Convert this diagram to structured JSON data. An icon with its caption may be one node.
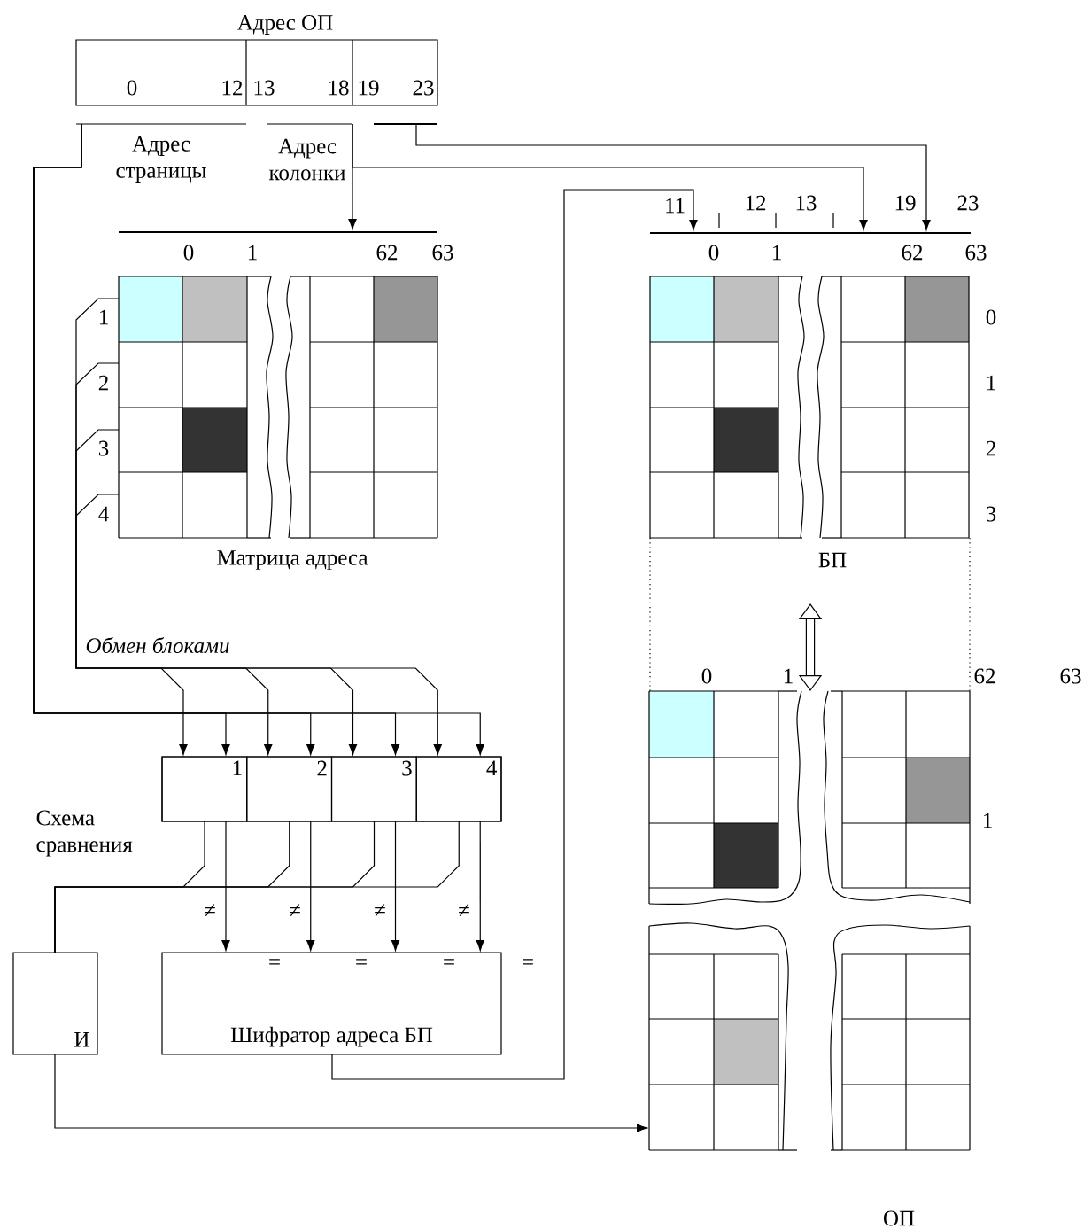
{
  "diagram": {
    "nodes": [
      {
        "text": [
          "Адрес ОП"
        ]
      },
      {
        "text": [
          "Адрес страницы"
        ]
      },
      {
        "text": [
          "Адрес колонки"
        ]
      },
      {
        "text": [],
        "shape": "bar"
      },
      {
        "text": [
          "Матрица адреса"
        ]
      },
      {
        "text": [],
        "shape": "bar"
      },
      {
        "text": [
          "БП"
        ],
        "beside": [
          "0",
          "1",
          "2",
          "3"
        ]
      },
      {
        "text": [],
        "shape": "bar"
      },
      {
        "text": [
          "Схема сравнения"
        ]
      },
      {
        "text": [
          "1"
        ],
        "in": 8
      },
      {
        "text": [
          "2"
        ],
        "in": 8
      },
      {
        "text": [
          "3"
        ],
        "in": 8
      },
      {
        "text": [
          "4"
        ],
        "in": 8
      },
      {
        "text": [
          "И"
        ]
      },
      {
        "text": [
          "Шифратор адреса БП"
        ]
      },
      {
        "text": [
          "ОП"
        ],
        "beside": [
          "1"
        ]
      }
    ],
    "edges": [
      {
        "from": 1,
        "to": 9,
        "arrow": "to"
      },
      {
        "from": 1,
        "to": 10,
        "arrow": "to"
      },
      {
        "from": 1,
        "to": 11,
        "arrow": "to"
      },
      {
        "from": 1,
        "to": 12,
        "arrow": "to"
      },
      {
        "from": 2,
        "to": 5,
        "arrow": "to"
      },
      {
        "from": 2,
        "to": 7,
        "arrow": "to"
      },
      {
        "from": 3,
        "to": 7,
        "arrow": "to"
      },
      {
        "from": 4,
        "to": 9,
        "arrow": "to"
      },
      {
        "from": 4,
        "to": 10,
        "arrow": "to"
      },
      {
        "from": 4,
        "to": 11,
        "arrow": "to"
      },
      {
        "from": 4,
        "to": 12,
        "arrow": "to"
      },
      {
        "from": 9,
        "to": 14,
        "arrow": "to",
        "label": "≠"
      },
      {
        "from": 10,
        "to": 14,
        "arrow": "to",
        "label": "≠"
      },
      {
        "from": 11,
        "to": 14,
        "arrow": "to",
        "label": "≠"
      },
      {
        "from": 12,
        "to": 14,
        "arrow": "to",
        "label": "≠"
      },
      {
        "from": 9,
        "to": 13,
        "arrow": "none"
      },
      {
        "from": 10,
        "to": 13,
        "arrow": "none"
      },
      {
        "from": 11,
        "to": 13,
        "arrow": "none"
      },
      {
        "from": 12,
        "to": 13,
        "arrow": "none"
      },
      {
        "from": 14,
        "to": 7,
        "arrow": "to"
      },
      {
        "from": 13,
        "to": 15,
        "arrow": "to"
      },
      {
        "from": 6,
        "to": 15,
        "arrow": "both",
        "style": "thick"
      }
    ],
    "labels": [
      "0",
      "12",
      "13",
      "18",
      "19",
      "23",
      "11",
      "12",
      "13",
      "19",
      "23",
      "0",
      "1",
      "62",
      "63",
      "0",
      "1",
      "62",
      "63",
      "1",
      "2",
      "3",
      "4",
      "Обмен блоками",
      "0",
      "1",
      "62",
      "63",
      "=",
      "=",
      "=",
      "="
    ]
  }
}
